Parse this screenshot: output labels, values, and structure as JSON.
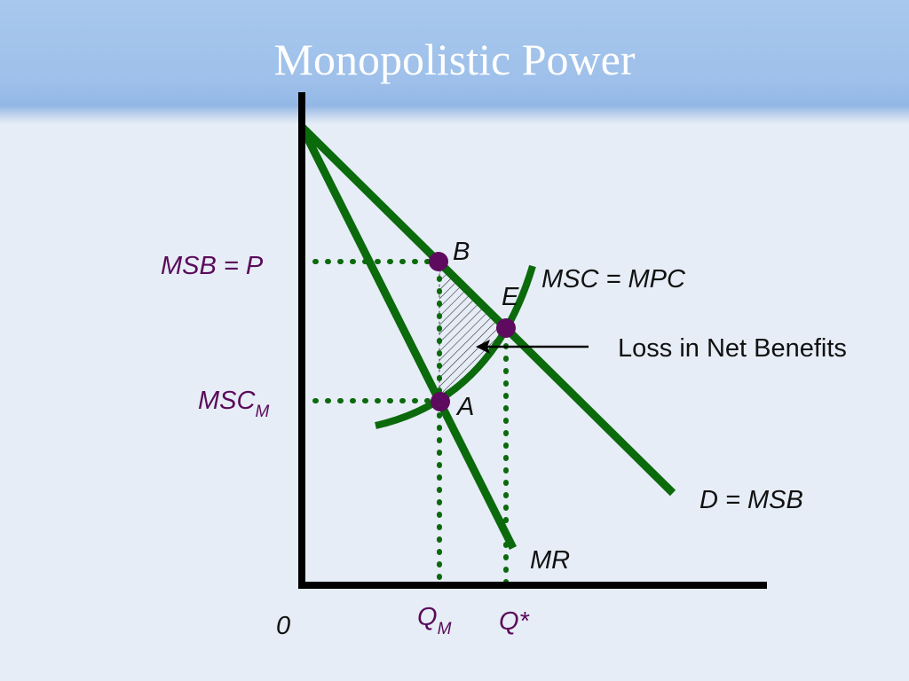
{
  "slide": {
    "title": "Monopolistic Power"
  },
  "diagram": {
    "labels": {
      "price": "MSB = P",
      "msc_m_main": "MSC",
      "msc_m_sub": "M",
      "point_b": "B",
      "point_e": "E",
      "point_a": "A",
      "supply_curve": "MSC = MPC",
      "demand_curve": "D = MSB",
      "marginal_revenue": "MR",
      "loss_annotation": "Loss in Net Benefits",
      "origin": "0",
      "q_m_main": "Q",
      "q_m_sub": "M",
      "q_star": "Q*"
    },
    "colors": {
      "curves": "#0b6a0b",
      "points": "#5e0a5e",
      "labels_purple": "#5a0a5a",
      "axes": "#000000",
      "header": "#a8c8ec",
      "background": "#e6edf6"
    }
  }
}
